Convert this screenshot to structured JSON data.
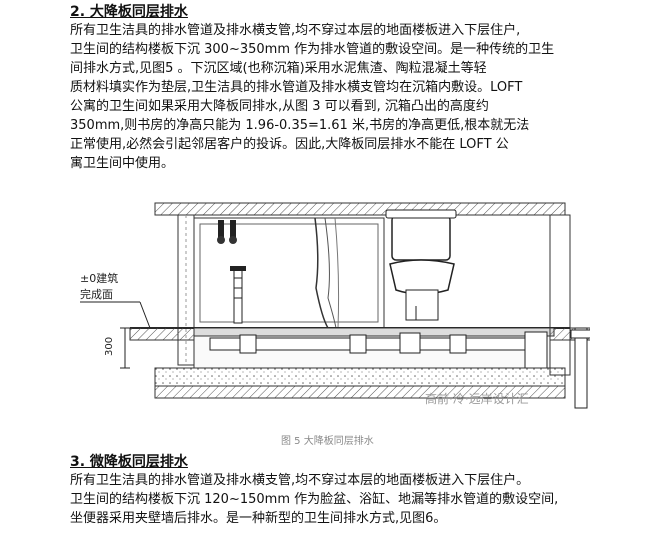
{
  "section2": {
    "title": "2. 大降板同层排水",
    "lines": [
      "所有卫生洁具的排水管道及排水横支管,均不穿过本层的地面楼板进入下层住户,",
      "卫生间的结构楼板下沉 300~350mm 作为排水管道的敷设空间。是一种传统的卫生",
      "间排水方式,见图5 。下沉区域(也称沉箱)采用水泥焦渣、陶粒混凝土等轻",
      "质材料填实作为垫层,卫生洁具的排水管道及排水横支管均在沉箱内敷设。LOFT",
      "公寓的卫生间如果采用大降板同排水,从图 3 可以看到, 沉箱凸出的高度约",
      "350mm,则书房的净高只能为 1.96-0.35=1.61 米,书房的净高更低,根本就无法",
      "正常使用,必然会引起邻居客户的投诉。因此,大降板同层排水不能在 LOFT 公",
      "寓卫生间中使用。"
    ]
  },
  "figure": {
    "label_level": "±0建筑",
    "label_level2": "完成面",
    "dim_300": "300",
    "watermark": "高前·冷·远岸设计汇",
    "caption": "图 5  大降板同层排水"
  },
  "section3": {
    "title": "3. 微降板同层排水",
    "lines": [
      "所有卫生洁具的排水管道及排水横支管,均不穿过本层的地面楼板进入下层住户。",
      "卫生间的结构楼板下沉 120~150mm 作为脸盆、浴缸、地漏等排水管道的敷设空间,",
      "坐便器采用夹壁墙后排水。是一种新型的卫生间排水方式,见图6。"
    ]
  }
}
